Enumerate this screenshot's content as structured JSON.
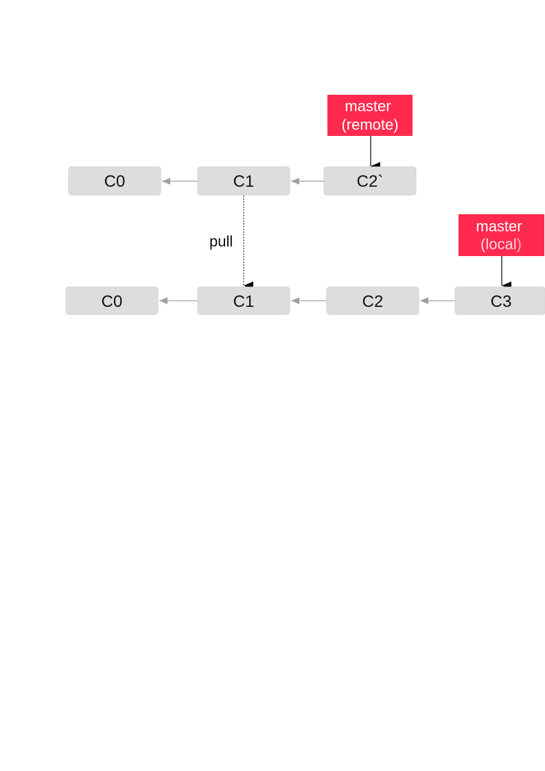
{
  "diagram": {
    "remote_commits": [
      "C0",
      "C1",
      "C2`"
    ],
    "local_commits": [
      "C0",
      "C1",
      "C2",
      "C3"
    ],
    "remote_branch": {
      "line1": "master",
      "line2": "(remote)"
    },
    "local_branch": {
      "line1": "master",
      "line2_open": "(",
      "line2_name": "local",
      "line2_close": ")"
    },
    "pull_label": "pull",
    "colors": {
      "node_fill": "#dddddd",
      "branch_fill": "#ff2a4d",
      "edge": "#a0a0a0"
    }
  }
}
